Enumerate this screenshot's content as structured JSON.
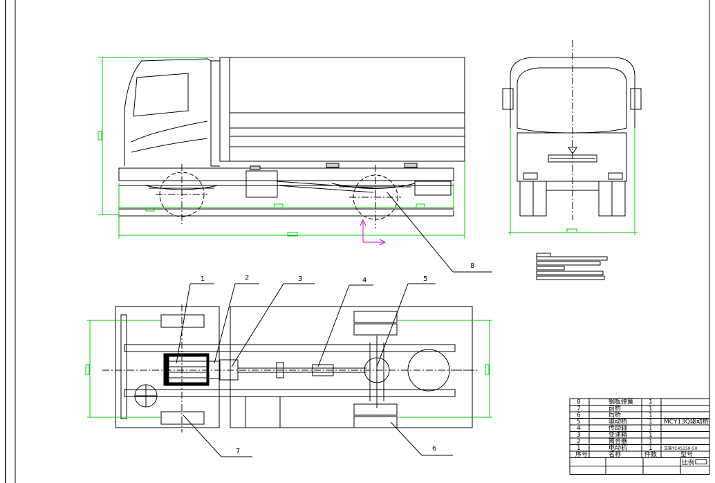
{
  "callouts": [
    {
      "id": "1",
      "text": "1"
    },
    {
      "id": "2",
      "text": "2"
    },
    {
      "id": "3",
      "text": "3"
    },
    {
      "id": "4",
      "text": "4"
    },
    {
      "id": "5",
      "text": "5"
    },
    {
      "id": "6",
      "text": "6"
    },
    {
      "id": "7",
      "text": "7"
    },
    {
      "id": "8",
      "text": "8"
    }
  ],
  "bom": {
    "rows": [
      {
        "no": "8",
        "name": "钢板弹簧",
        "qty": "1",
        "model": ""
      },
      {
        "no": "7",
        "name": "前桥",
        "qty": "1",
        "model": ""
      },
      {
        "no": "6",
        "name": "后桥",
        "qty": "1",
        "model": ""
      },
      {
        "no": "5",
        "name": "驱动桥",
        "qty": "1",
        "model": "MCY13Q驱动桥"
      },
      {
        "no": "4",
        "name": "传动轴",
        "qty": "1",
        "model": ""
      },
      {
        "no": "3",
        "name": "变速箱",
        "qty": "1",
        "model": ""
      },
      {
        "no": "2",
        "name": "离合器",
        "qty": "1",
        "model": ""
      },
      {
        "no": "1",
        "name": "电动机",
        "qty": "1",
        "model": "玉柴YC4S150-50"
      }
    ],
    "header": {
      "no": "序号",
      "name": "名称",
      "qty": "件数",
      "model": "型号"
    },
    "scale_label": "比例"
  },
  "colors": {
    "line": "#000000",
    "dimension": "#00cc00",
    "ucs": "#cc00cc"
  }
}
